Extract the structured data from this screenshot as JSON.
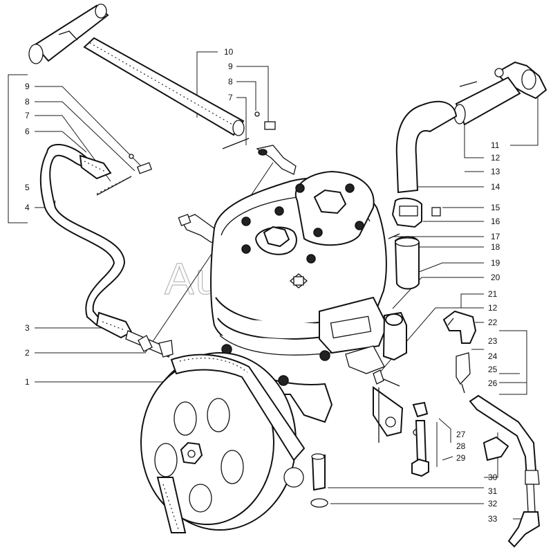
{
  "watermark": "AutoSoft",
  "left_labels": [
    "9",
    "8",
    "7",
    "6",
    "5",
    "4",
    "3",
    "2",
    "1"
  ],
  "top_labels": [
    "10",
    "9",
    "8",
    "7"
  ],
  "right_labels": [
    "11",
    "12",
    "13",
    "14",
    "15",
    "16",
    "17",
    "18",
    "19",
    "20",
    "21",
    "12",
    "22",
    "23",
    "24",
    "25",
    "26",
    "27",
    "28",
    "29",
    "30",
    "31",
    "32",
    "33"
  ]
}
